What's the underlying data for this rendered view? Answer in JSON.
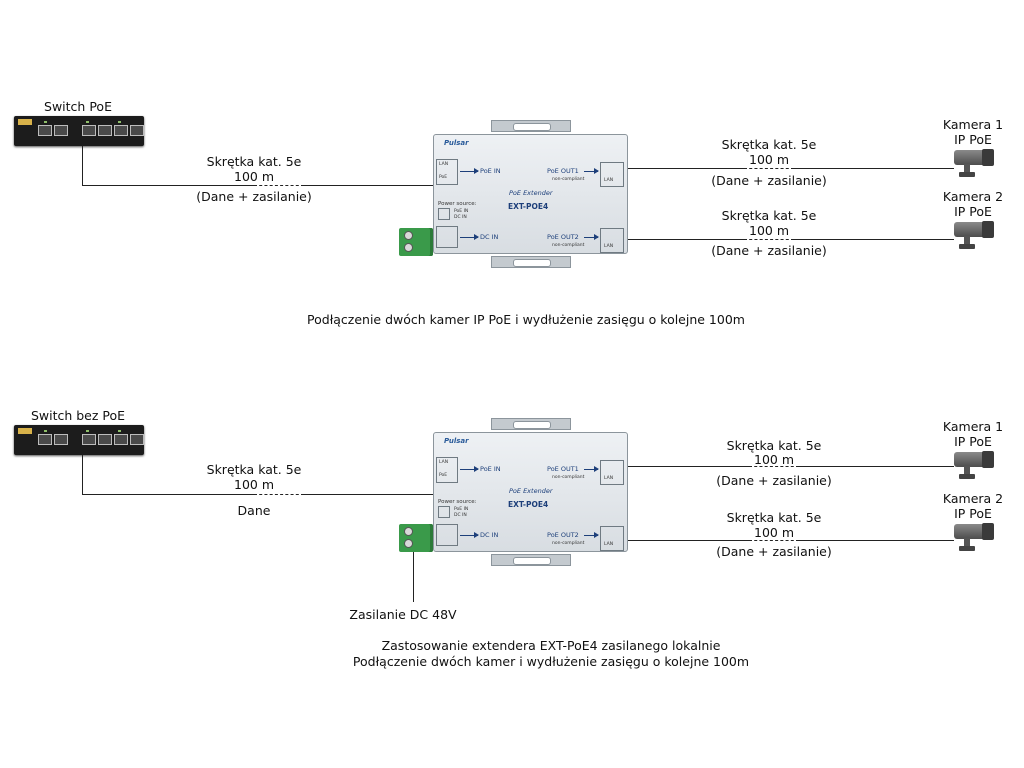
{
  "top": {
    "switch_label": "Switch PoE",
    "input_cable": [
      "Skrętka kat. 5e",
      "100 m",
      "(Dane + zasilanie)"
    ],
    "out1_cable": [
      "Skrętka kat. 5e",
      "100 m",
      "(Dane + zasilanie)"
    ],
    "out2_cable": [
      "Skrętka kat. 5e",
      "100 m",
      "(Dane + zasilanie)"
    ],
    "cam1": [
      "Kamera 1",
      "IP PoE"
    ],
    "cam2": [
      "Kamera 2",
      "IP PoE"
    ],
    "caption": [
      "Podłączenie dwóch kamer IP PoE i wydłużenie zasięgu o kolejne 100m"
    ]
  },
  "bottom": {
    "switch_label": "Switch bez PoE",
    "input_cable": [
      "Skrętka kat. 5e",
      "100 m",
      "Dane"
    ],
    "out1_cable": [
      "Skrętka kat. 5e",
      "100 m",
      "(Dane + zasilanie)"
    ],
    "out2_cable": [
      "Skrętka kat. 5e",
      "100 m",
      "(Dane + zasilanie)"
    ],
    "cam1": [
      "Kamera 1",
      "IP PoE"
    ],
    "cam2": [
      "Kamera 2",
      "IP PoE"
    ],
    "power_label": "Zasilanie DC 48V",
    "caption": [
      "Zastosowanie extendera EXT-PoE4 zasilanego lokalnie",
      "Podłączenie dwóch kamer i wydłużenie zasięgu o kolejne 100m"
    ]
  },
  "extender": {
    "brand": "Pulsar",
    "lan": "LAN",
    "poe": "PoE",
    "poe_in": "PoE IN",
    "dc_in": "DC IN",
    "out1": "PoE OUT1",
    "out2": "PoE OUT2",
    "non_compliant": "non-compliant",
    "subtitle": "PoE Extender",
    "model": "EXT-POE4",
    "power_source": "Power source:",
    "ps_poe_in": "PoE IN",
    "ps_dc_in": "DC IN"
  }
}
